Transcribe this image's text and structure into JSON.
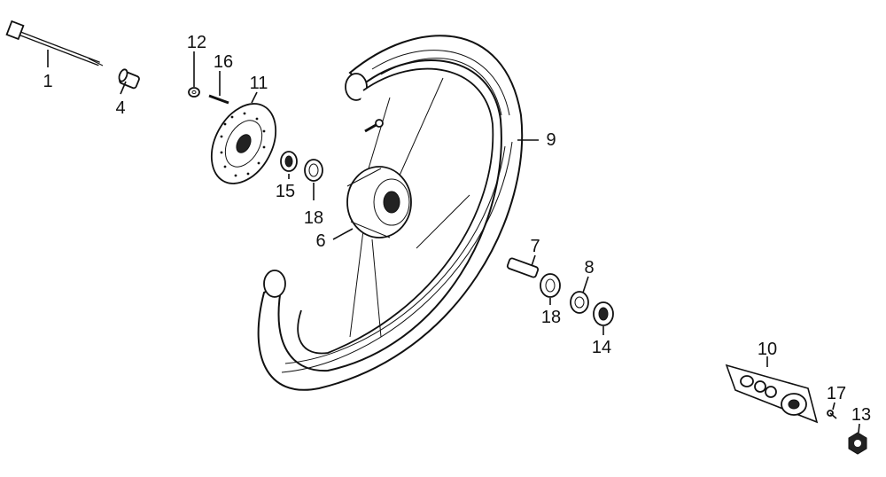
{
  "diagram": {
    "callouts": [
      "1",
      "4",
      "12",
      "16",
      "11",
      "15",
      "18",
      "6",
      "9",
      "7",
      "8",
      "18",
      "14",
      "10",
      "17",
      "13"
    ]
  },
  "colors": {
    "ink": "#111111",
    "background": "#ffffff"
  }
}
